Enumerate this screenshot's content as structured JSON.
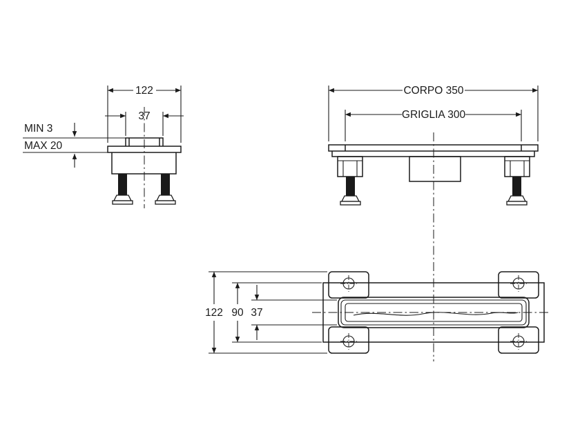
{
  "views": {
    "end": {
      "overall_width": "122",
      "grille_width": "37",
      "height_min": "MIN 3",
      "height_max": "MAX 20"
    },
    "front": {
      "body_length": "CORPO 350",
      "grille_length": "GRIGLIA 300"
    },
    "plan": {
      "overall_width": "122",
      "body_width": "90",
      "grille_width": "37"
    }
  },
  "colors": {
    "line": "#1a1a1a",
    "background": "#ffffff"
  }
}
